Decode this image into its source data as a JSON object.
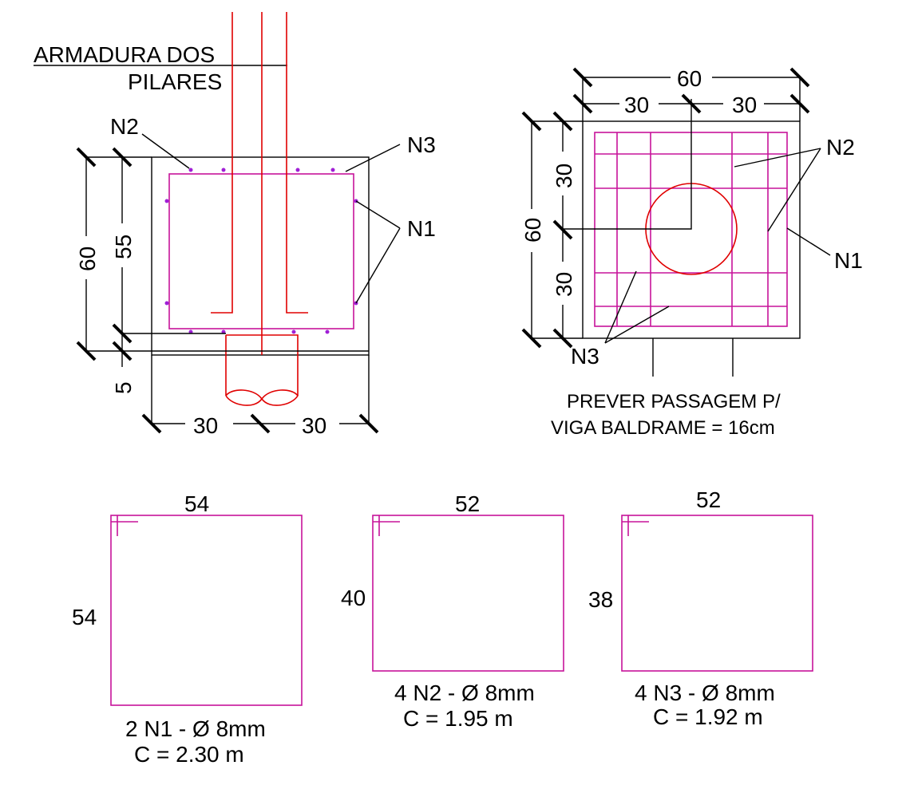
{
  "section": {
    "label_line1": "ARMADURA DOS",
    "label_line2": "PILARES",
    "n1": "N1",
    "n2": "N2",
    "n3": "N3",
    "dim_height": "60",
    "dim_inner": "55",
    "dim_bottom": "5",
    "dim_left": "30",
    "dim_right": "30"
  },
  "plan": {
    "dim_top": "60",
    "dim_half_left": "30",
    "dim_half_right": "30",
    "dim_height": "60",
    "dim_upper": "30",
    "dim_lower": "30",
    "n1": "N1",
    "n2": "N2",
    "n3": "N3",
    "note_line1": "PREVER PASSAGEM P/",
    "note_line2": "VIGA BALDRAME = 16cm"
  },
  "bars": [
    {
      "width": "54",
      "height": "54",
      "spec": "2 N1 - Ø 8mm",
      "length": "C = 2.30 m"
    },
    {
      "width": "52",
      "height": "40",
      "spec": "4 N2 - Ø 8mm",
      "length": "C = 1.95 m"
    },
    {
      "width": "52",
      "height": "38",
      "spec": "4 N3 - Ø 8mm",
      "length": "C = 1.92 m"
    }
  ],
  "colors": {
    "rebar": "#c7139a",
    "column": "#e00000",
    "line": "#000000"
  }
}
